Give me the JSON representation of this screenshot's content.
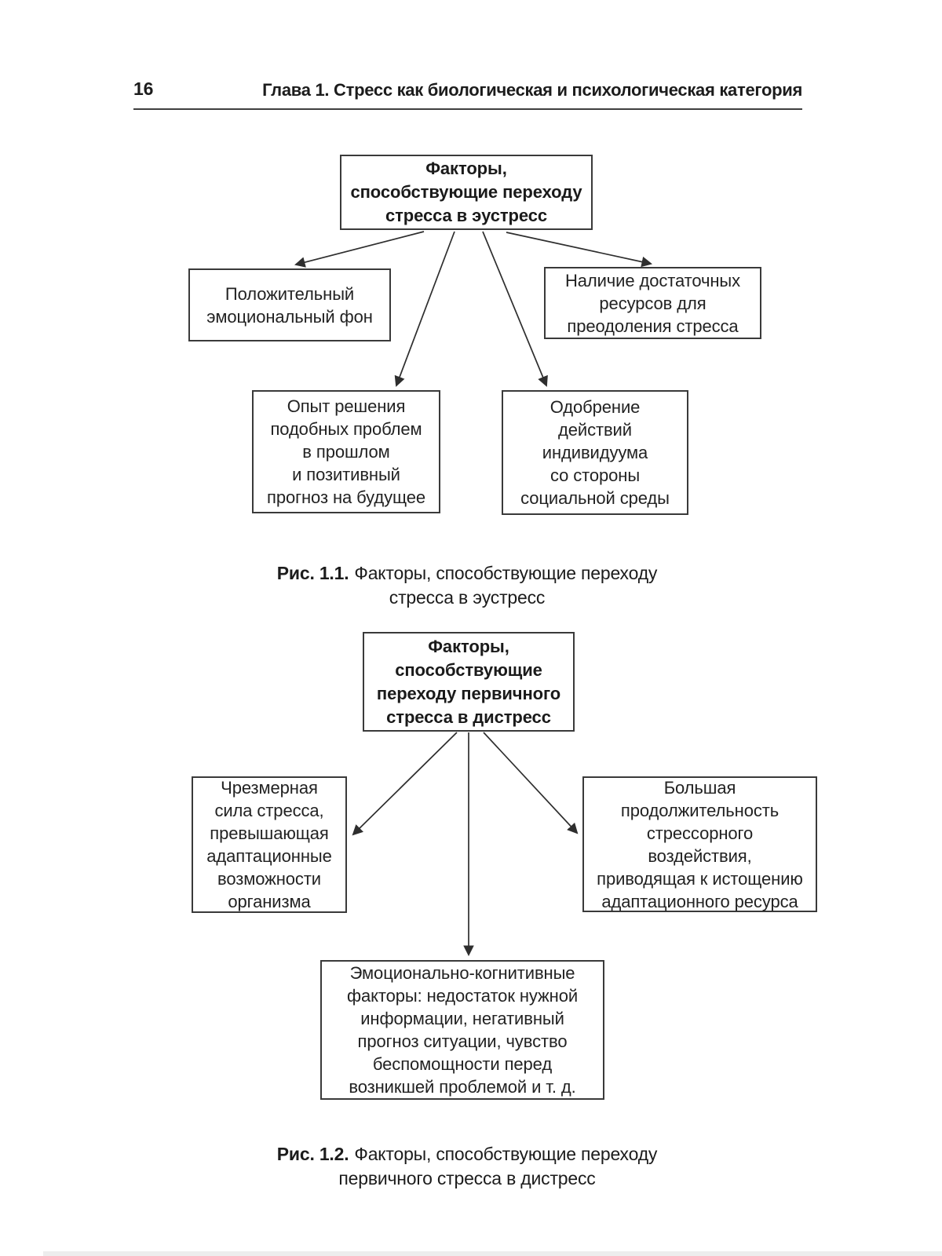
{
  "page": {
    "number": "16",
    "chapter_header": "Глава 1. Стресс как биологическая и психологическая категория"
  },
  "figure1": {
    "root": "Факторы,\nспособствующие переходу\nстресса в эустресс",
    "boxes": {
      "left": "Положительный\nэмоциональный фон",
      "right": "Наличие достаточных\nресурсов для\nпреодоления стресса",
      "mid_left": "Опыт решения\nподобных проблем\nв прошлом\nи позитивный\nпрогноз на будущее",
      "mid_right": "Одобрение\nдействий\nиндивидуума\nсо стороны\nсоциальной среды"
    },
    "caption_label": "Рис. 1.1.",
    "caption_text": "Факторы, способствующие переходу\nстресса в эустресс"
  },
  "figure2": {
    "root": "Факторы,\nспособствующие\nпереходу первичного\nстресса в дистресс",
    "boxes": {
      "left": "Чрезмерная\nсила стресса,\nпревышающая\nадаптационные\nвозможности\nорганизма",
      "right": "Большая\nпродолжительность\nстрессорного\nвоздействия,\nприводящая к истощению\nадаптационного ресурса",
      "bottom": "Эмоционально-когнитивные\nфакторы: недостаток нужной\nинформации, негативный\nпрогноз ситуации, чувство\nбеспомощности перед\nвозникшей проблемой и т. д."
    },
    "caption_label": "Рис. 1.2.",
    "caption_text": "Факторы, способствующие переходу\nпервичного стресса в дистресс"
  },
  "colors": {
    "text": "#222222",
    "box_border": "#3a3a3a",
    "arrow": "#2e2e2e",
    "header_rule": "#3f3f3f",
    "bottom_strip": "#ededed",
    "background": "#ffffff"
  }
}
